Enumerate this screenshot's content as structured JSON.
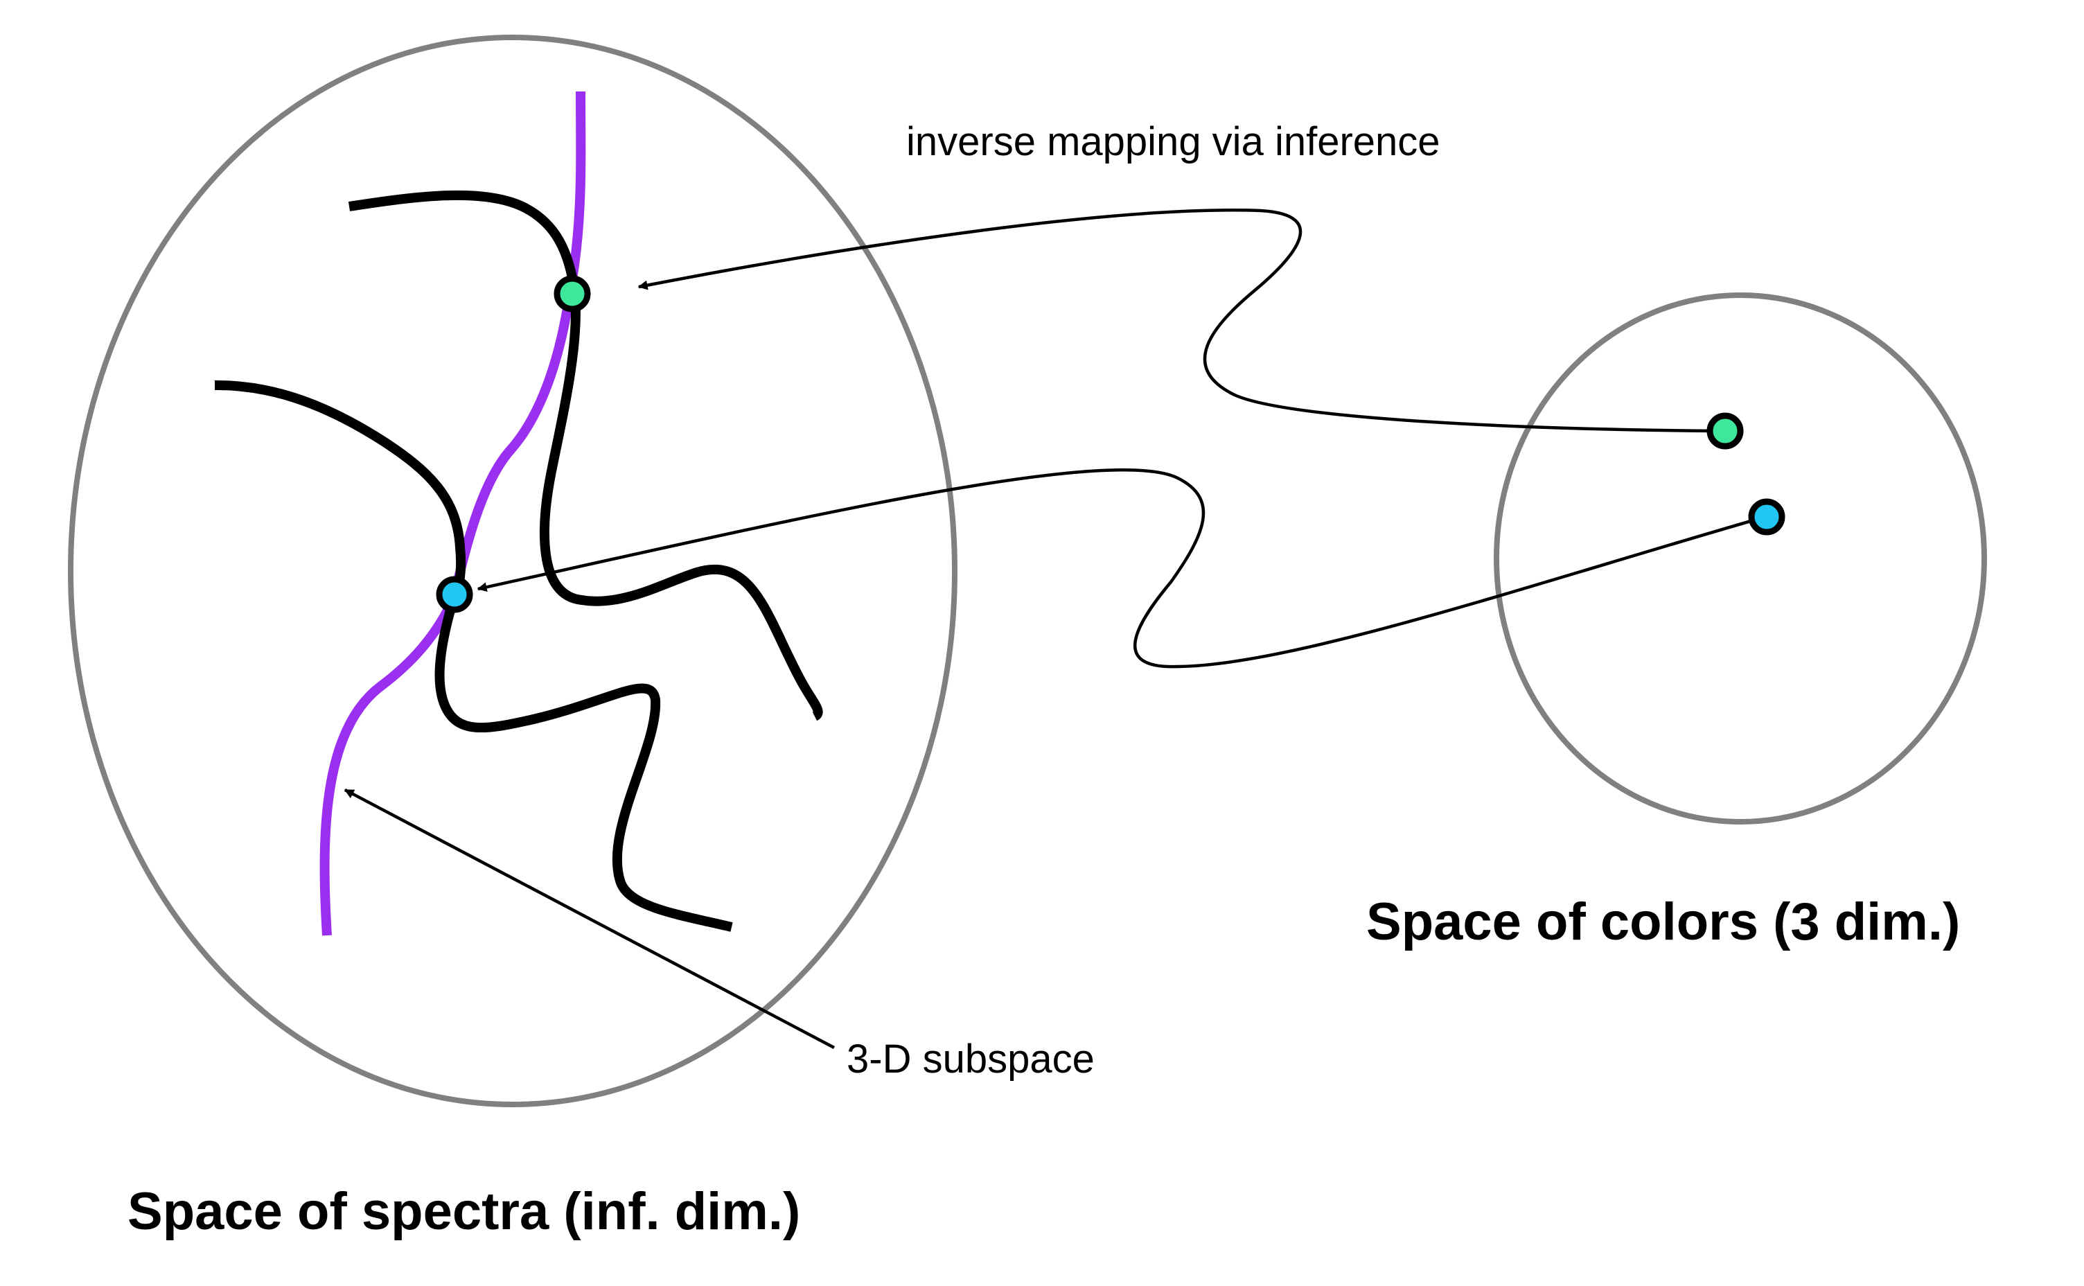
{
  "labels": {
    "inverse_mapping": "inverse mapping via inference",
    "subspace": "3-D subspace",
    "spectra_space": "Space of spectra (inf. dim.)",
    "colors_space": "Space of colors (3 dim.)"
  },
  "colors": {
    "boundary": "#808080",
    "curve": "#000000",
    "subspace_curve": "#9b2ff0",
    "green_point": "#3ee89a",
    "blue_point": "#22c6f3",
    "background": "#ffffff"
  },
  "icons": {
    "arrowhead": "filled-triangle-arrowhead",
    "point": "filled-circle-with-black-outline"
  }
}
